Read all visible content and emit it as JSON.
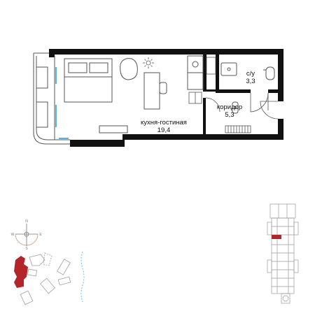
{
  "rooms": {
    "living": {
      "name": "кухня-гостиная",
      "area": "19,4"
    },
    "corridor": {
      "name": "коридор",
      "area": "5,3"
    },
    "bathroom": {
      "name": "с/у",
      "area": "3,3"
    }
  },
  "compass": {
    "north": "N",
    "east": "E",
    "west": "W",
    "south": "S"
  },
  "colors": {
    "wall": "#111111",
    "line": "#555555",
    "window": "#5ab4e0",
    "highlight": "#b3242b",
    "context": "#9a9a9a"
  }
}
